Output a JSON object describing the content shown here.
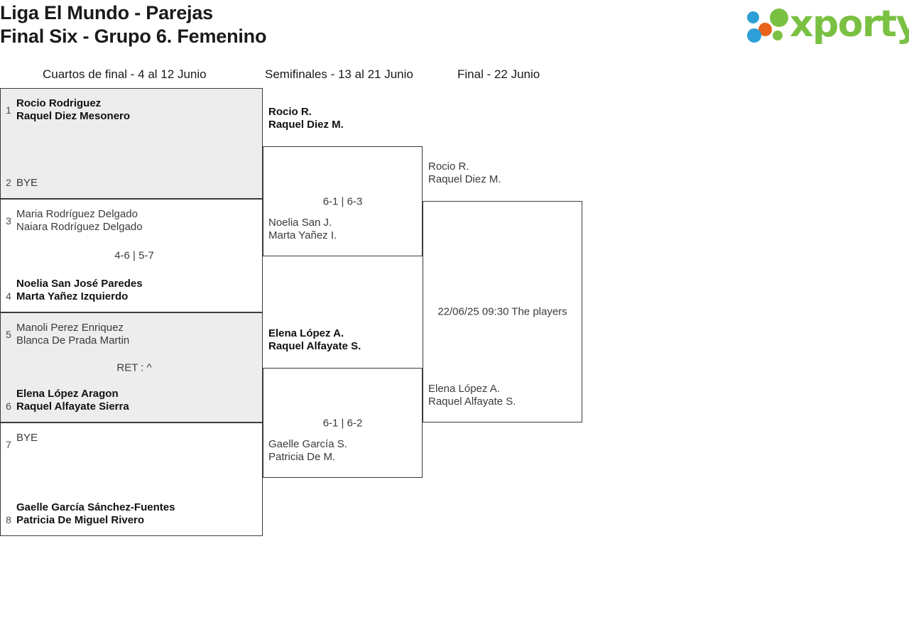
{
  "header": {
    "title_line1": "Liga El Mundo - Parejas",
    "title_line2": "Final Six - Grupo 6. Femenino"
  },
  "logo": {
    "wordmark": "xporty",
    "colors": {
      "green": "#7ac143",
      "blue": "#2e9fd6",
      "orange": "#e8631a"
    }
  },
  "rounds": [
    {
      "label": "Cuartos de final - 4 al 12 Junio"
    },
    {
      "label": "Semifinales - 13 al 21 Junio"
    },
    {
      "label": "Final - 22 Junio"
    }
  ],
  "quarterfinals": [
    {
      "shaded": true,
      "top": {
        "seed": "1",
        "line1": "Rocio Rodriguez",
        "line2": "Raquel Diez Mesonero",
        "winner": true
      },
      "bottom": {
        "seed": "2",
        "line1": "BYE",
        "line2": "",
        "winner": false
      },
      "score": ""
    },
    {
      "shaded": false,
      "top": {
        "seed": "3",
        "line1": "Maria Rodríguez Delgado",
        "line2": "Naiara Rodríguez Delgado",
        "winner": false
      },
      "bottom": {
        "seed": "4",
        "line1": "Noelia San José Paredes",
        "line2": "Marta Yañez Izquierdo",
        "winner": true
      },
      "score": "4-6 | 5-7"
    },
    {
      "shaded": true,
      "top": {
        "seed": "5",
        "line1": "Manoli Perez Enriquez",
        "line2": "Blanca De Prada Martin",
        "winner": false
      },
      "bottom": {
        "seed": "6",
        "line1": "Elena López Aragon",
        "line2": "Raquel Alfayate Sierra",
        "winner": true
      },
      "score": "RET : ^"
    },
    {
      "shaded": false,
      "top": {
        "seed": "7",
        "line1": "BYE",
        "line2": "",
        "winner": false
      },
      "bottom": {
        "seed": "8",
        "line1": "Gaelle García Sánchez-Fuentes",
        "line2": "Patricia De Miguel Rivero",
        "winner": true
      },
      "score": ""
    }
  ],
  "semifinals": [
    {
      "top": {
        "line1": "Rocio R.",
        "line2": "Raquel Diez M.",
        "winner": true
      },
      "bottom": {
        "line1": "Noelia San J.",
        "line2": "Marta Yañez I.",
        "winner": false
      },
      "score": "6-1 | 6-3"
    },
    {
      "top": {
        "line1": "Elena López A.",
        "line2": "Raquel Alfayate S.",
        "winner": true
      },
      "bottom": {
        "line1": "Gaelle García S.",
        "line2": "Patricia De M.",
        "winner": false
      },
      "score": "6-1 | 6-2"
    }
  ],
  "final": {
    "top": {
      "line1": "Rocio R.",
      "line2": "Raquel Diez M.",
      "winner": false
    },
    "bottom": {
      "line1": "Elena López A.",
      "line2": "Raquel Alfayate S.",
      "winner": false
    },
    "score": "22/06/25 09:30 The players"
  }
}
